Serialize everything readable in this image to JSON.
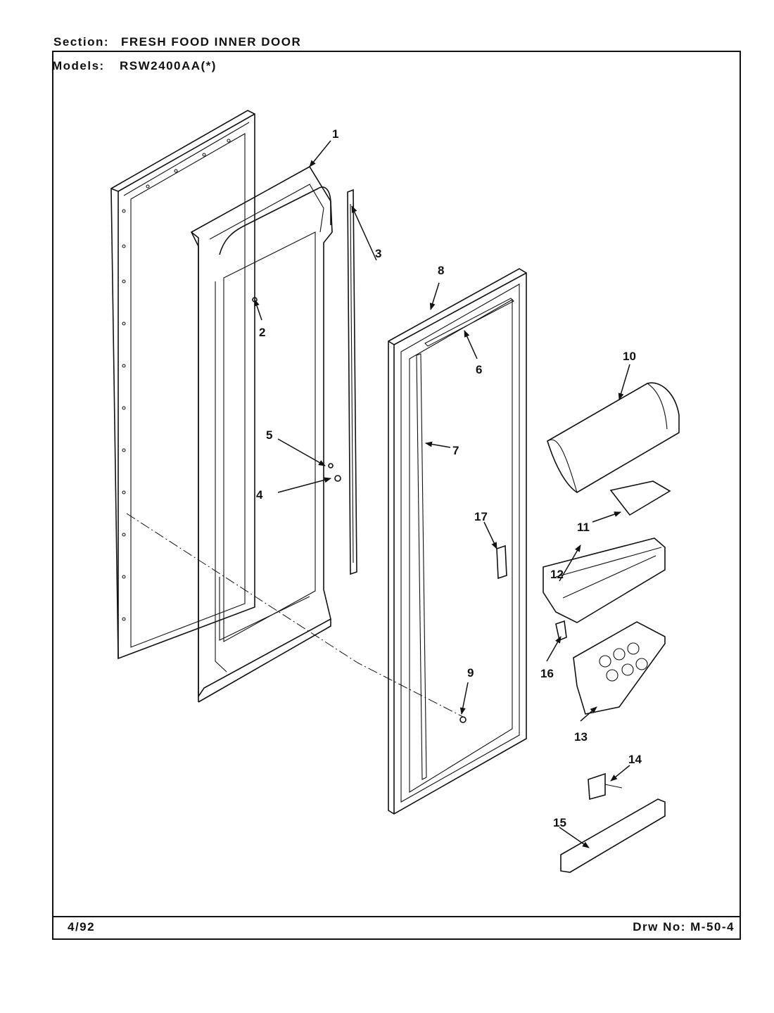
{
  "header": {
    "section_label": "Section:",
    "section_value": "FRESH FOOD INNER DOOR",
    "models_label": "Models:",
    "models_value": "RSW2400AA(*)"
  },
  "footer": {
    "date": "4/92",
    "drawing_number": "Drw No: M-50-4"
  },
  "callouts": [
    "1",
    "2",
    "3",
    "4",
    "5",
    "6",
    "7",
    "8",
    "9",
    "10",
    "11",
    "12",
    "13",
    "14",
    "15",
    "16",
    "17"
  ]
}
